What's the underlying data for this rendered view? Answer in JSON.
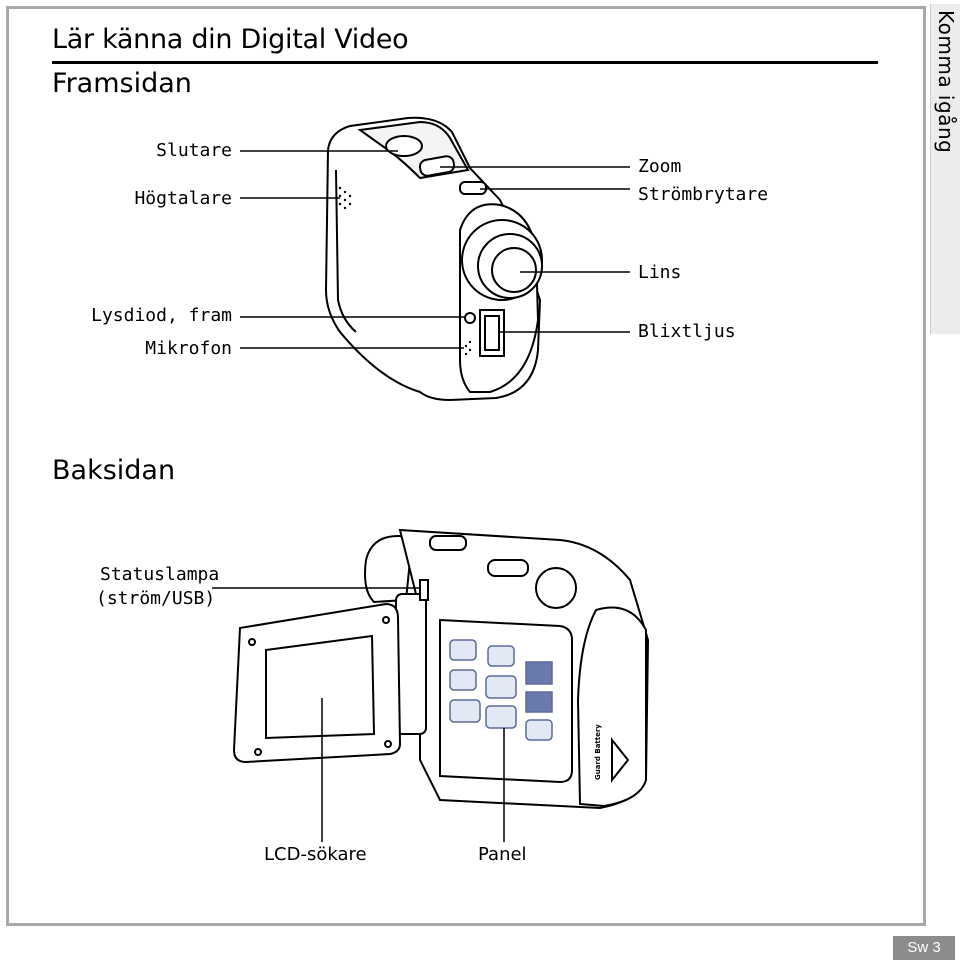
{
  "page": {
    "title": "Lär känna din Digital Video",
    "side_tab": "Komma igång",
    "page_number": "Sw 3"
  },
  "front": {
    "heading": "Framsidan",
    "labels": {
      "shutter": "Slutare",
      "speaker": "Högtalare",
      "led_front": "Lysdiod, fram",
      "microphone": "Mikrofon",
      "zoom": "Zoom",
      "power_switch": "Strömbrytare",
      "lens": "Lins",
      "flash": "Blixtljus"
    }
  },
  "back": {
    "heading": "Baksidan",
    "labels": {
      "status_lamp_line1": "Statuslampa",
      "status_lamp_line2": "(ström/USB)",
      "lcd_viewfinder": "LCD-sökare",
      "panel": "Panel"
    },
    "device_text": {
      "battery_label": "Guard Battery"
    }
  }
}
